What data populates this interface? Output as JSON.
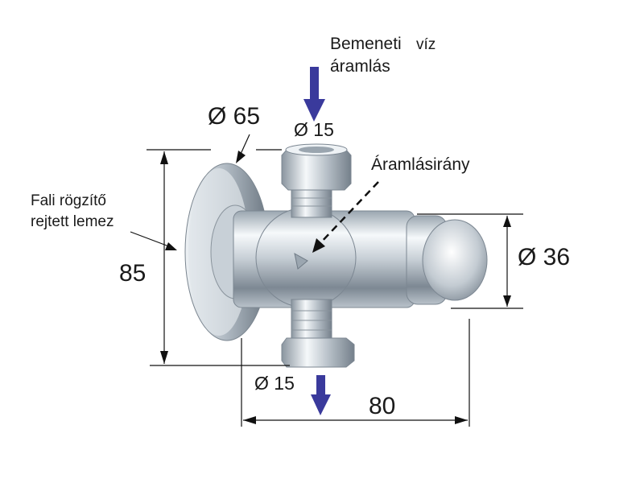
{
  "labels": {
    "inlet_title_1": "Bemeneti",
    "inlet_title_2": "víz",
    "inlet_title_3": "áramlás",
    "diameter_plate": "Ø 65",
    "diameter_inlet": "Ø 15",
    "diameter_outlet": "Ø 15",
    "diameter_button": "Ø 36",
    "flow_direction": "Áramlásirány",
    "plate_note_1": "Fali rögzítő",
    "plate_note_2": "rejtett lemez",
    "height_dim": "85",
    "length_dim": "80"
  },
  "colors": {
    "flow_arrow": "#3a3a9c",
    "dimension_line": "#111111",
    "chrome_dark": "#6f7b86",
    "chrome_light": "#f4f7fa"
  }
}
